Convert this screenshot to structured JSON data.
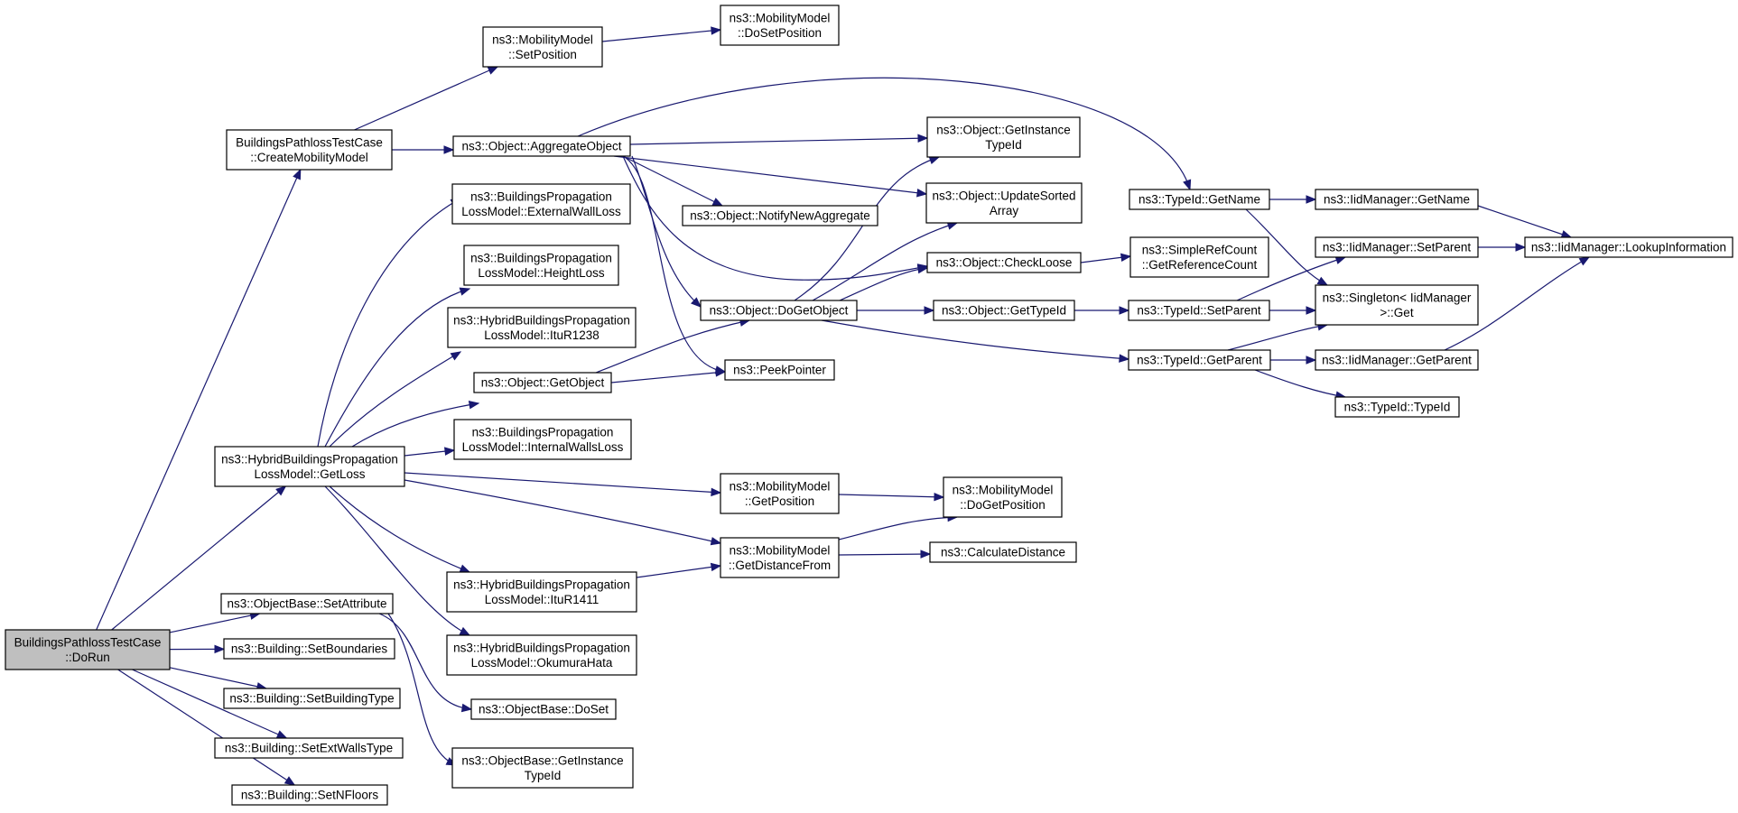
{
  "nodes": [
    {
      "id": "dorun",
      "lines": [
        "BuildingsPathlossTestCase",
        "::DoRun"
      ],
      "root": true
    },
    {
      "id": "createmob",
      "lines": [
        "BuildingsPathlossTestCase",
        "::CreateMobilityModel"
      ]
    },
    {
      "id": "hybrid_getloss",
      "lines": [
        "ns3::HybridBuildingsPropagation",
        "LossModel::GetLoss"
      ]
    },
    {
      "id": "setattr",
      "lines": [
        "ns3::ObjectBase::SetAttribute"
      ]
    },
    {
      "id": "setbound",
      "lines": [
        "ns3::Building::SetBoundaries"
      ]
    },
    {
      "id": "setbtype",
      "lines": [
        "ns3::Building::SetBuildingType"
      ]
    },
    {
      "id": "setext",
      "lines": [
        "ns3::Building::SetExtWallsType"
      ]
    },
    {
      "id": "setnfl",
      "lines": [
        "ns3::Building::SetNFloors"
      ]
    },
    {
      "id": "mm_setpos",
      "lines": [
        "ns3::MobilityModel",
        "::SetPosition"
      ]
    },
    {
      "id": "aggregate",
      "lines": [
        "ns3::Object::AggregateObject"
      ]
    },
    {
      "id": "extwall",
      "lines": [
        "ns3::BuildingsPropagation",
        "LossModel::ExternalWallLoss"
      ]
    },
    {
      "id": "height",
      "lines": [
        "ns3::BuildingsPropagation",
        "LossModel::HeightLoss"
      ]
    },
    {
      "id": "itur1238",
      "lines": [
        "ns3::HybridBuildingsPropagation",
        "LossModel::ItuR1238"
      ]
    },
    {
      "id": "getobject",
      "lines": [
        "ns3::Object::GetObject"
      ]
    },
    {
      "id": "internal",
      "lines": [
        "ns3::BuildingsPropagation",
        "LossModel::InternalWallsLoss"
      ]
    },
    {
      "id": "itur1411",
      "lines": [
        "ns3::HybridBuildingsPropagation",
        "LossModel::ItuR1411"
      ]
    },
    {
      "id": "okumura",
      "lines": [
        "ns3::HybridBuildingsPropagation",
        "LossModel::OkumuraHata"
      ]
    },
    {
      "id": "doset",
      "lines": [
        "ns3::ObjectBase::DoSet"
      ]
    },
    {
      "id": "ob_getinst",
      "lines": [
        "ns3::ObjectBase::GetInstance",
        "TypeId"
      ]
    },
    {
      "id": "mm_dosetpos",
      "lines": [
        "ns3::MobilityModel",
        "::DoSetPosition"
      ]
    },
    {
      "id": "notify",
      "lines": [
        "ns3::Object::NotifyNewAggregate"
      ]
    },
    {
      "id": "dogetobj",
      "lines": [
        "ns3::Object::DoGetObject"
      ]
    },
    {
      "id": "peek",
      "lines": [
        "ns3::PeekPointer"
      ]
    },
    {
      "id": "mm_getpos",
      "lines": [
        "ns3::MobilityModel",
        "::GetPosition"
      ]
    },
    {
      "id": "mm_getdist",
      "lines": [
        "ns3::MobilityModel",
        "::GetDistanceFrom"
      ]
    },
    {
      "id": "obj_getinst",
      "lines": [
        "ns3::Object::GetInstance",
        "TypeId"
      ]
    },
    {
      "id": "updsorted",
      "lines": [
        "ns3::Object::UpdateSorted",
        "Array"
      ]
    },
    {
      "id": "checkloose",
      "lines": [
        "ns3::Object::CheckLoose"
      ]
    },
    {
      "id": "obj_gettid",
      "lines": [
        "ns3::Object::GetTypeId"
      ]
    },
    {
      "id": "mm_dogetpos",
      "lines": [
        "ns3::MobilityModel",
        "::DoGetPosition"
      ]
    },
    {
      "id": "calcdist",
      "lines": [
        "ns3::CalculateDistance"
      ]
    },
    {
      "id": "tid_getname",
      "lines": [
        "ns3::TypeId::GetName"
      ]
    },
    {
      "id": "srefcount",
      "lines": [
        "ns3::SimpleRefCount",
        "::GetReferenceCount"
      ]
    },
    {
      "id": "tid_setparent",
      "lines": [
        "ns3::TypeId::SetParent"
      ]
    },
    {
      "id": "tid_getparent",
      "lines": [
        "ns3::TypeId::GetParent"
      ]
    },
    {
      "id": "iid_getname",
      "lines": [
        "ns3::IidManager::GetName"
      ]
    },
    {
      "id": "iid_setparent",
      "lines": [
        "ns3::IidManager::SetParent"
      ]
    },
    {
      "id": "singleton",
      "lines": [
        "ns3::Singleton< IidManager",
        " >::Get"
      ]
    },
    {
      "id": "iid_getparent",
      "lines": [
        "ns3::IidManager::GetParent"
      ]
    },
    {
      "id": "tid_typeid",
      "lines": [
        "ns3::TypeId::TypeId"
      ]
    },
    {
      "id": "iid_lookup",
      "lines": [
        "ns3::IidManager::LookupInformation"
      ]
    }
  ],
  "edges": [
    [
      "dorun",
      "createmob"
    ],
    [
      "dorun",
      "hybrid_getloss"
    ],
    [
      "dorun",
      "setattr"
    ],
    [
      "dorun",
      "setbound"
    ],
    [
      "dorun",
      "setbtype"
    ],
    [
      "dorun",
      "setext"
    ],
    [
      "dorun",
      "setnfl"
    ],
    [
      "createmob",
      "mm_setpos"
    ],
    [
      "createmob",
      "aggregate"
    ],
    [
      "mm_setpos",
      "mm_dosetpos"
    ],
    [
      "aggregate",
      "obj_getinst"
    ],
    [
      "aggregate",
      "updsorted"
    ],
    [
      "aggregate",
      "notify"
    ],
    [
      "aggregate",
      "checkloose"
    ],
    [
      "aggregate",
      "dogetobj"
    ],
    [
      "aggregate",
      "peek"
    ],
    [
      "aggregate",
      "tid_getname"
    ],
    [
      "hybrid_getloss",
      "extwall"
    ],
    [
      "hybrid_getloss",
      "height"
    ],
    [
      "hybrid_getloss",
      "itur1238"
    ],
    [
      "hybrid_getloss",
      "getobject"
    ],
    [
      "hybrid_getloss",
      "internal"
    ],
    [
      "hybrid_getloss",
      "mm_getpos"
    ],
    [
      "hybrid_getloss",
      "mm_getdist"
    ],
    [
      "hybrid_getloss",
      "itur1411"
    ],
    [
      "hybrid_getloss",
      "okumura"
    ],
    [
      "getobject",
      "dogetobj"
    ],
    [
      "getobject",
      "peek"
    ],
    [
      "itur1411",
      "mm_getdist"
    ],
    [
      "setattr",
      "doset"
    ],
    [
      "setattr",
      "ob_getinst"
    ],
    [
      "dogetobj",
      "obj_getinst"
    ],
    [
      "dogetobj",
      "updsorted"
    ],
    [
      "dogetobj",
      "checkloose"
    ],
    [
      "dogetobj",
      "obj_gettid"
    ],
    [
      "dogetobj",
      "tid_getparent"
    ],
    [
      "mm_getpos",
      "mm_dogetpos"
    ],
    [
      "mm_getdist",
      "mm_dogetpos"
    ],
    [
      "mm_getdist",
      "calcdist"
    ],
    [
      "checkloose",
      "srefcount"
    ],
    [
      "obj_gettid",
      "tid_setparent"
    ],
    [
      "tid_getname",
      "iid_getname"
    ],
    [
      "tid_getname",
      "singleton"
    ],
    [
      "tid_setparent",
      "iid_setparent"
    ],
    [
      "tid_setparent",
      "singleton"
    ],
    [
      "tid_getparent",
      "singleton"
    ],
    [
      "tid_getparent",
      "iid_getparent"
    ],
    [
      "tid_getparent",
      "tid_typeid"
    ],
    [
      "iid_getname",
      "iid_lookup"
    ],
    [
      "iid_setparent",
      "iid_lookup"
    ],
    [
      "iid_getparent",
      "iid_lookup"
    ]
  ]
}
